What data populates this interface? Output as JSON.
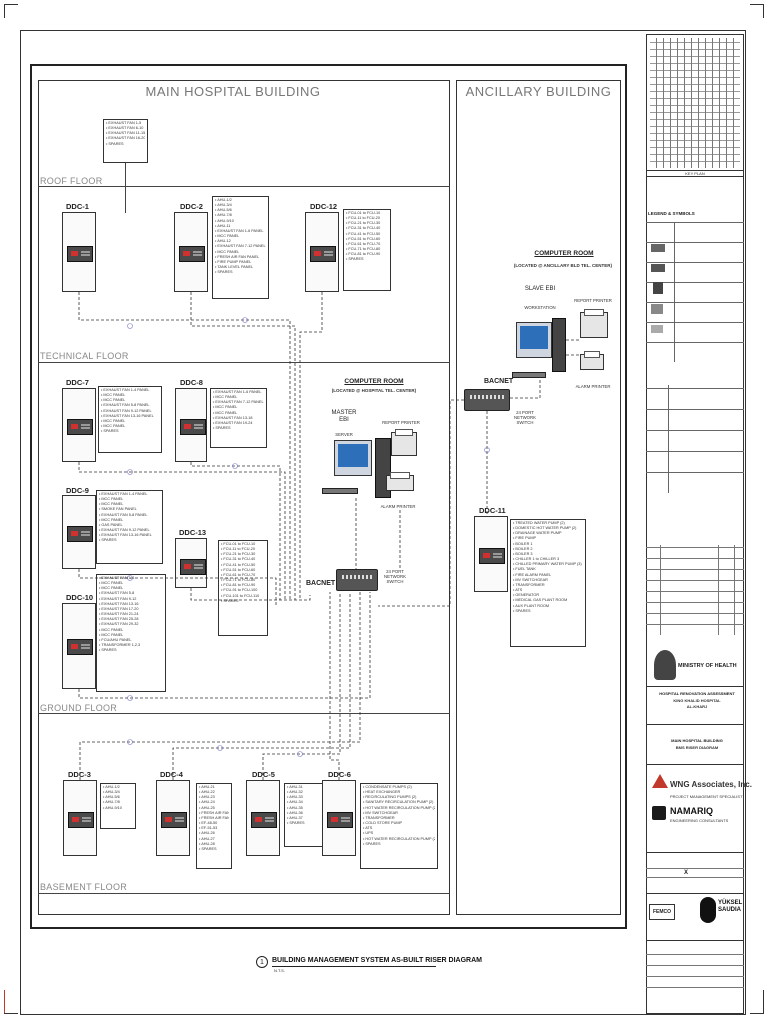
{
  "buildings": {
    "main": "MAIN HOSPITAL BUILDING",
    "ancillary": "ANCILLARY BUILDING"
  },
  "floors": {
    "roof": "ROOF FLOOR",
    "technical": "TECHNICAL FLOOR",
    "ground": "GROUND FLOOR",
    "basement": "BASEMENT FLOOR"
  },
  "roof_points": [
    "EXHAUST FAN 1-5",
    "EXHAUST FAN 6-10",
    "EXHAUST FAN 11-15",
    "EXHAUST FAN 16-20",
    "SPARES"
  ],
  "ddc": {
    "ddc1": {
      "label": "DDC-1"
    },
    "ddc2": {
      "label": "DDC-2",
      "points": [
        "AHU-1/2",
        "AHU-3/4",
        "AHU-5/6",
        "AHU-7/8",
        "AHU-9/10",
        "AHU-11",
        "EXHAUST FAN 1-6 PANEL",
        "MCC PANEL",
        "AHU-12",
        "EXHAUST FAN 7-12 PANEL",
        "MCC PANEL",
        "FRESH AIR FAN PANEL",
        "FIRE PUMP PANEL",
        "TANK LEVEL PANEL",
        "SPARES"
      ]
    },
    "ddc12": {
      "label": "DDC-12",
      "points": [
        "FCU-01 to FCU-10",
        "FCU-11 to FCU-20",
        "FCU-21 to FCU-30",
        "FCU-31 to FCU-40",
        "FCU-41 to FCU-50",
        "FCU-51 to FCU-60",
        "FCU-61 to FCU-70",
        "FCU-71 to FCU-80",
        "FCU-81 to FCU-90",
        "SPARES"
      ]
    },
    "ddc7": {
      "label": "DDC-7",
      "points": [
        "EXHAUST FAN 1-4 PANEL",
        "MCC PANEL",
        "MCC PANEL",
        "EXHAUST FAN 5-8 PANEL",
        "EXHAUST FAN 9-12 PANEL",
        "EXHAUST FAN 13-16 PANEL",
        "MCC PANEL",
        "MCC PANEL",
        "SPARES"
      ]
    },
    "ddc8": {
      "label": "DDC-8",
      "points": [
        "EXHAUST FAN 1-6 PANEL",
        "MCC PANEL",
        "EXHAUST FAN 7-12 PANEL",
        "MCC PANEL",
        "MCC PANEL",
        "EXHAUST FAN 13-18",
        "EXHAUST FAN 19-24",
        "SPARES"
      ]
    },
    "ddc9": {
      "label": "DDC-9",
      "points": [
        "EXHAUST FAN 1-4 PANEL",
        "MCC PANEL",
        "MCC PANEL",
        "SMOKE FAN PANEL",
        "EXHAUST FAN 5-8 PANEL",
        "MCC PANEL",
        "GAS PANEL",
        "EXHAUST FAN 9-12 PANEL",
        "EXHAUST FAN 13-16 PANEL",
        "SPARES"
      ]
    },
    "ddc13": {
      "label": "DDC-13",
      "points": [
        "FCU-01 to FCU-10",
        "FCU-11 to FCU-20",
        "FCU-21 to FCU-30",
        "FCU-31 to FCU-40",
        "FCU-41 to FCU-50",
        "FCU-51 to FCU-60",
        "FCU-61 to FCU-70",
        "FCU-71 to FCU-80",
        "FCU-81 to FCU-90",
        "FCU-91 to FCU-100",
        "FCU-101 to FCU-110",
        "SPARES"
      ]
    },
    "ddc10": {
      "label": "DDC-10",
      "points": [
        "EXHAUST FAN 1-4",
        "MCC PANEL",
        "MCC PANEL",
        "EXHAUST FAN 5-8",
        "EXHAUST FAN 9-12",
        "EXHAUST FAN 13-16",
        "EXHAUST FAN 17-20",
        "EXHAUST FAN 21-24",
        "EXHAUST FAN 25-28",
        "EXHAUST FAN 29-32",
        "MCC PANEL",
        "MCC PANEL",
        "FCU/AHU PANEL",
        "TRANSFORMER 1,2,3",
        "SPARES"
      ]
    },
    "ddc11": {
      "label": "DDC-11",
      "points": [
        "TREATED WATER PUMP (2)",
        "DOMESTIC HOT WATER PUMP (2)",
        "DRAINAGE WATER PUMP",
        "FIRE PUMP",
        "BOILER 1",
        "BOILER 2",
        "BOILER 3",
        "CHILLER 1 to CHILLER 3",
        "CHILLED PRIMARY WATER PUMP (3)",
        "FUEL TANK",
        "FIRE ALARM PANEL",
        "MV SWITCHGEAR",
        "TRANSFORMER",
        "ATS",
        "GENERATOR",
        "MEDICAL GAS PLANT ROOM",
        "AUX PLANT ROOM",
        "SPARES"
      ]
    },
    "ddc3": {
      "label": "DDC-3",
      "points": [
        "AHU-1/2",
        "AHU-3/4",
        "AHU-5/6",
        "AHU-7/8",
        "AHU-9/10"
      ]
    },
    "ddc4": {
      "label": "DDC-4",
      "points": [
        "AHU-21",
        "AHU-22",
        "AHU-23",
        "AHU-24",
        "AHU-25",
        "FRESH AIR FAN 1-2",
        "FRESH AIR FAN 3-4",
        "EF-48-50",
        "EF-51-53",
        "AHU-26",
        "AHU-27",
        "AHU-28",
        "SPARES"
      ]
    },
    "ddc5": {
      "label": "DDC-5",
      "points": [
        "AHU-31",
        "AHU-32",
        "AHU-33",
        "AHU-34",
        "AHU-35",
        "AHU-36",
        "AHU-37",
        "SPARES"
      ]
    },
    "ddc6": {
      "label": "DDC-6",
      "points": [
        "CONDENSATE PUMPS (2)",
        "HEAT EXCHANGER",
        "RECIRCULATING PUMPS (2)",
        "SANITARY RECIRCULATION PUMP (2)",
        "HOT WATER RECIRCULATION PUMP (2)",
        "MV SWITCHGEAR",
        "TRANSFORMER",
        "COLD STORE PUMP",
        "ATS",
        "UPS",
        "HOT WATER RECIRCULATION PUMP (2)",
        "SPARES"
      ]
    }
  },
  "computer_room_main": {
    "title": "COMPUTER ROOM",
    "subtitle": "(LOCATED @ HOSPITAL TEL. CENTER)",
    "master": "MASTER EBI",
    "server": "SERVER",
    "report_printer": "REPORT PRINTER",
    "alarm_printer": "ALARM PRINTER"
  },
  "computer_room_anc": {
    "title": "COMPUTER ROOM",
    "subtitle": "(LOCATED @ ANCILLARY BLD TEL. CENTER)",
    "slave": "SLAVE EBI",
    "workstation": "WORKSTATION",
    "report_printer": "REPORT PRINTER",
    "alarm_printer": "ALARM PRINTER"
  },
  "bacnet": {
    "label": "BACNET",
    "switch_label": "24 PORT NETWORK SWITCH"
  },
  "drawing_title": {
    "number": "1",
    "title": "BUILDING MANAGEMENT SYSTEM AS-BUILT RISER DIAGRAM",
    "scale": "N.T.S."
  },
  "title_block": {
    "key_plan": "KEY PLAN",
    "legend": "LEGEND & SYMBOLS",
    "ministry": "MINISTRY OF HEALTH",
    "project": "HOSPITAL RENOVATION ASSESSMENT",
    "hospital": "KING KHALID HOSPITAL",
    "city": "AL-KHARJ",
    "sheet_title_1": "MAIN HOSPITAL BUILDING",
    "sheet_title_2": "BMS RISER DIAGRAM",
    "consultant_1": "WNG Associates, Inc.",
    "consultant_1_sub": "PROJECT MANAGEMENT SPECIALIST",
    "consultant_2": "NAMARIQ",
    "consultant_2_sub": "ENGINEERING CONSULTANTS",
    "contractor_1": "FEMCO",
    "contractor_2": "YÜKSEL SAUDIA",
    "mark": "X"
  }
}
